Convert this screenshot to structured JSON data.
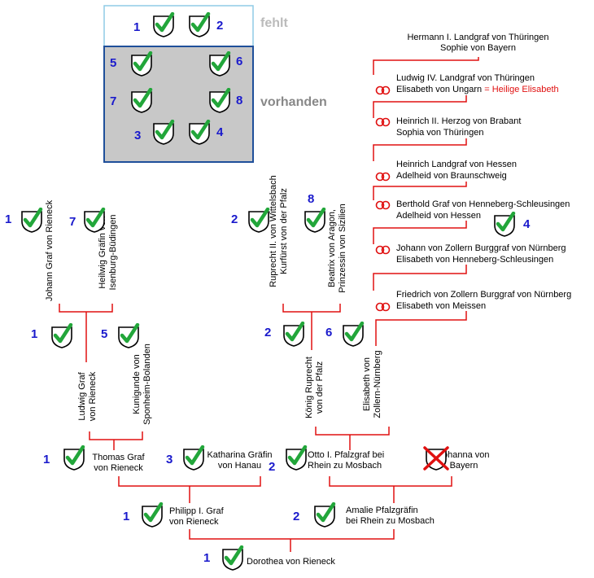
{
  "colors": {
    "accent": "#e01010",
    "number": "#1a1acc",
    "check": "#22a63a",
    "legend_fill": "#c8c8c8",
    "legend_top": "#bfe3f2",
    "legend_border": "#1f4f9a"
  },
  "legend": {
    "missing": "fehlt",
    "present": "vorhanden",
    "numbers": [
      "1",
      "2",
      "5",
      "6",
      "7",
      "8",
      "3",
      "4"
    ]
  },
  "left_branch": {
    "gen4": [
      {
        "num": "1",
        "text": "Johann Graf von Rieneck"
      },
      {
        "num": "7",
        "text": "Heilwig Gräfin von Isenburg-Büdingen"
      }
    ],
    "gen3": [
      {
        "num": "1",
        "text": "Ludwig Graf von Rieneck"
      },
      {
        "num": "5",
        "text": "Kunigunde von Sponheim-Bolanden"
      }
    ]
  },
  "middle_branch": {
    "gen4": [
      {
        "num": "2",
        "text": "Ruprecht II. von Wittelsbach Kurfürst von der Pfalz"
      },
      {
        "num": "8",
        "text": "Beatrix von Aragon, Prinzessin von Sizilien"
      }
    ],
    "gen3": [
      {
        "num": "2",
        "text": "König Ruprecht von der Pfalz"
      },
      {
        "num": "6",
        "text": "Elisabeth von Zollern-Nürnberg"
      }
    ]
  },
  "right_chain": [
    {
      "line1": "Hermann I. Landgraf von Thüringen",
      "line2": "Sophie von Bayern"
    },
    {
      "line1": "Ludwig IV. Landgraf von Thüringen",
      "line2": "Elisabeth von Ungarn",
      "note": "= Heilige Elisabeth"
    },
    {
      "line1": "Heinrich II. Herzog von Brabant",
      "line2": "Sophia von Thüringen"
    },
    {
      "line1": "Heinrich Landgraf von Hessen",
      "line2": "Adelheid von Braunschweig"
    },
    {
      "line1": "Berthold Graf von Henneberg-Schleusingen",
      "line2": "Adelheid von Hessen",
      "num": "4"
    },
    {
      "line1": "Johann von Zollern Burggraf von Nürnberg",
      "line2": "Elisabeth von Henneberg-Schleusingen"
    },
    {
      "line1": "Friedrich von Zollern Burggraf von Nürnberg",
      "line2": "Elisabeth von Meissen"
    }
  ],
  "gen2": [
    {
      "num": "1",
      "line1": "Thomas Graf",
      "line2": "von Rieneck"
    },
    {
      "num": "3",
      "line1": "Katharina Gräfin",
      "line2": "von Hanau"
    },
    {
      "num": "2",
      "line1": "Otto I. Pfalzgraf bei",
      "line2": "Rhein zu Mosbach"
    },
    {
      "line1": "Johanna von",
      "line2": "Bayern"
    }
  ],
  "gen1": [
    {
      "num": "1",
      "line1": "Philipp I. Graf",
      "line2": "von Rieneck"
    },
    {
      "num": "2",
      "line1": "Amalie Pfalzgräfin",
      "line2": "bei Rhein zu Mosbach"
    }
  ],
  "root": {
    "num": "1",
    "text": "Dorothea von Rieneck"
  }
}
